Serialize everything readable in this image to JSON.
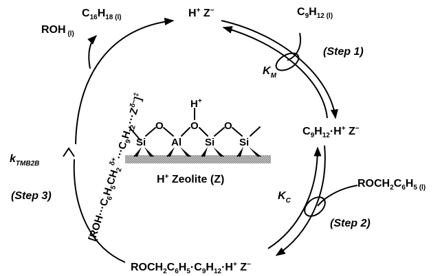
{
  "species": {
    "top": {
      "a": "H",
      "a_sup": "+",
      "b": " Z",
      "b_sup": "−"
    },
    "c9h12_in": {
      "base": "C",
      "n1": "9",
      "h": "H",
      "n2": "12",
      "phase": " (l)"
    },
    "c16h18": {
      "base": "C",
      "n1": "16",
      "h": "H",
      "n2": "18",
      "phase": " (l)"
    },
    "roh_out": {
      "base": "ROH",
      "phase": " (l)"
    },
    "adsorbed": {
      "base": "C",
      "n1": "9",
      "h": "H",
      "n2": "12",
      "rest": "·H",
      "sup1": "+",
      "z": " Z",
      "sup2": "−"
    },
    "rochc_in": {
      "base": "ROCH",
      "n1": "2",
      "c": "C",
      "n2": "6",
      "h": "H",
      "n3": "5",
      "phase": " (l)"
    },
    "coadsorbed": {
      "base": "ROCH",
      "n1": "2",
      "c": "C",
      "n2": "6",
      "h": "H",
      "n3": "5",
      "mid": "·C",
      "n4": "9",
      "h2": "H",
      "n5": "12",
      "rest": "·H",
      "sup1": "+",
      "z": " Z",
      "sup2": "−"
    },
    "ts": {
      "a": "[ROH···C",
      "n1": "6",
      "b": "H",
      "n2": "5",
      "c": "CH",
      "n3": "2",
      "sup1": "δ+",
      "d": "···C",
      "n4": "9",
      "e": "H",
      "n5": "12",
      "f": "···Z",
      "sup2": "δ−",
      "g": "]",
      "sup3": "‡"
    }
  },
  "labels": {
    "step1": "(Step 1)",
    "step2": "(Step 2)",
    "step3": "(Step 3)",
    "km": {
      "k": "K",
      "sub": "M"
    },
    "kc": {
      "k": "K",
      "sub": "C"
    },
    "ktmb": {
      "k": "k",
      "sub": "TMB2B"
    }
  },
  "zeolite": {
    "proton": "H",
    "proton_sup": "+",
    "atoms": [
      "Si",
      "O",
      "Al",
      "O",
      "Si",
      "O",
      "Si"
    ],
    "hydroxyl_h": "H",
    "caption_a": "H",
    "caption_sup": "+",
    "caption_b": " Zeolite (Z)"
  }
}
